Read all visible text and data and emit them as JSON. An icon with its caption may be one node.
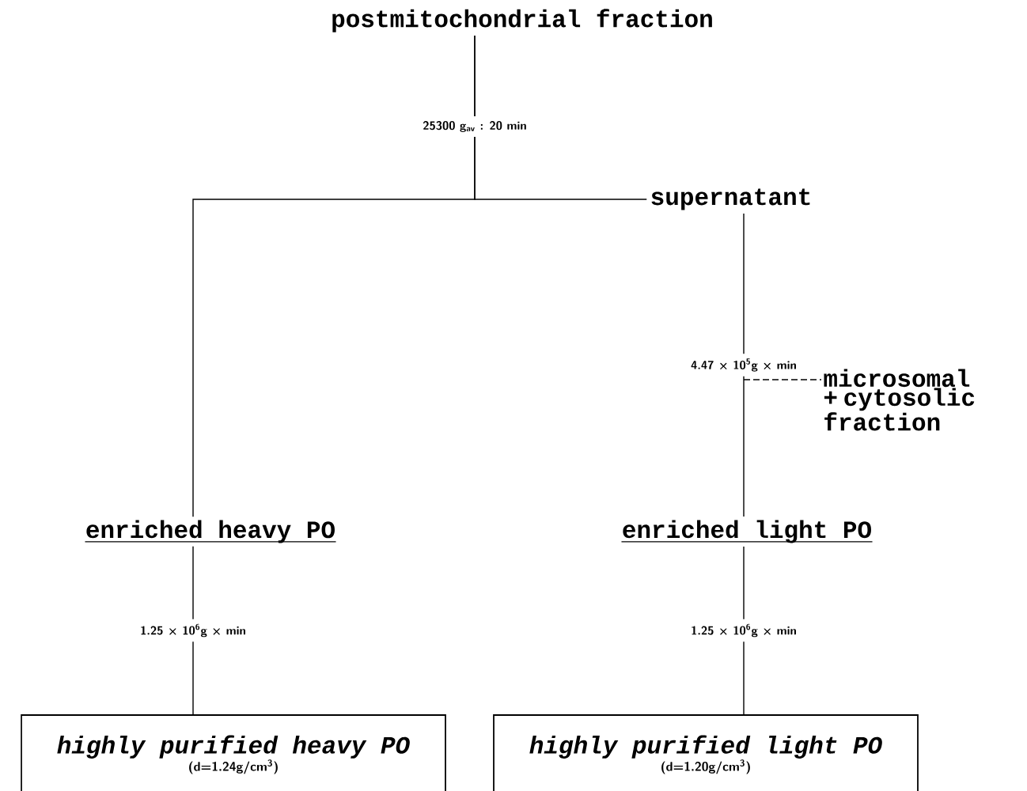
{
  "diagram": {
    "nodes": [
      {
        "text": [
          "postmitochondrial fraction"
        ]
      },
      {
        "text": [
          "supernatant"
        ]
      },
      {
        "text": [
          "enriched heavy PO"
        ]
      },
      {
        "text": [
          "enriched light PO"
        ]
      },
      {
        "text": [
          "highly purified heavy PO",
          "(d=1.24g/cm$^{3}$)"
        ]
      },
      {
        "text": [
          "highly purified light PO",
          "(d=1.20g/cm$^{3}$)"
        ]
      },
      {
        "text": [
          "microsomal + cytosolic fraction"
        ]
      }
    ],
    "edges": [
      {
        "from": 0,
        "to": 1,
        "arrow": "none",
        "label": "25300 g$_{av}$ : 20 min"
      },
      {
        "from": 0,
        "to": 2,
        "arrow": "none"
      },
      {
        "from": 1,
        "to": 3,
        "arrow": "none",
        "label": "4.47 × 10$^{5}$g × min"
      },
      {
        "from": 2,
        "to": 4,
        "arrow": "none",
        "label": "1.25 × 10$^{6}$g × min"
      },
      {
        "from": 3,
        "to": 5,
        "arrow": "none",
        "label": "1.25 × 10$^{6}$g × min"
      },
      {
        "from": null,
        "to": 6,
        "arrow": "none",
        "style": "dashed"
      }
    ]
  }
}
